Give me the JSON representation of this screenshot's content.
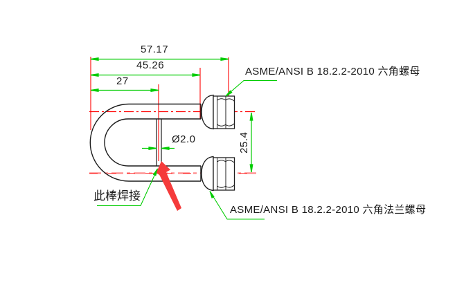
{
  "drawing": {
    "dimensions": {
      "overall_width": "57.17",
      "to_nut_face": "45.26",
      "to_weld_rod": "27",
      "rod_diameter": "Ø2.0",
      "leg_center_spacing": "25.4"
    },
    "annotations": {
      "hex_nut_spec": "ASME/ANSI B 18.2.2-2010 六角螺母",
      "flange_nut_spec": "ASME/ANSI B 18.2.2-2010 六角法兰螺母",
      "weld_note": "此棒焊接"
    },
    "colors": {
      "dimension_green": "#00cc00",
      "extension_red": "#ff0000",
      "centerline_pink": "#ff9494",
      "outline_black": "#1c1c1c",
      "pointer_arrow_red": "#f53b3b",
      "background": "#ffffff"
    }
  }
}
